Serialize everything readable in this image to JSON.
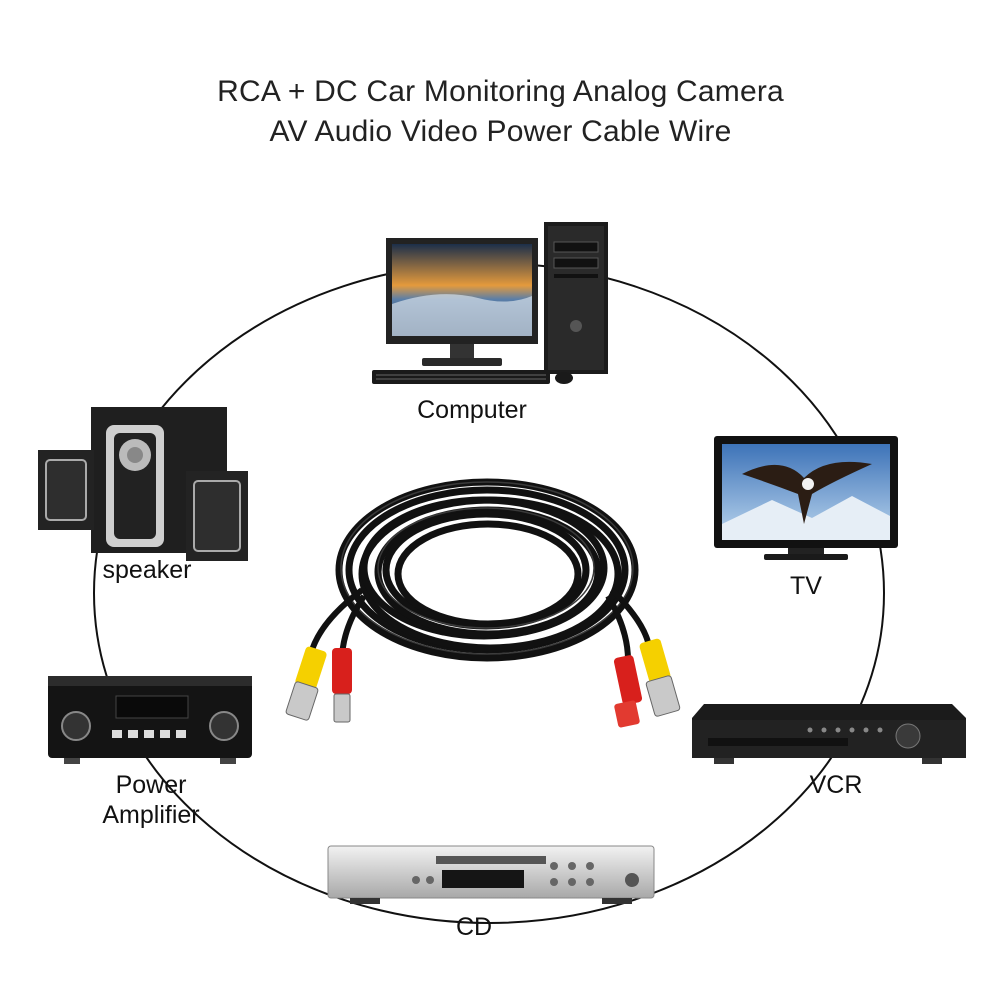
{
  "title": {
    "line1": "RCA + DC Car Monitoring Analog Camera",
    "line2": "AV Audio Video Power Cable Wire"
  },
  "devices": {
    "computer": {
      "label": "Computer",
      "icon": "computer-icon"
    },
    "tv": {
      "label": "TV",
      "icon": "tv-icon"
    },
    "speaker": {
      "label": "speaker",
      "icon": "speaker-icon"
    },
    "amplifier": {
      "label_line1": "Power",
      "label_line2": "Amplifier",
      "icon": "amplifier-icon"
    },
    "vcr": {
      "label": "VCR",
      "icon": "vcr-icon"
    },
    "cd": {
      "label": "CD",
      "icon": "cd-player-icon"
    }
  },
  "cable": {
    "icon": "coiled-cable-icon",
    "colors": {
      "video": "#f5d000",
      "power": "#d8201c",
      "jacket": "#111111"
    }
  }
}
